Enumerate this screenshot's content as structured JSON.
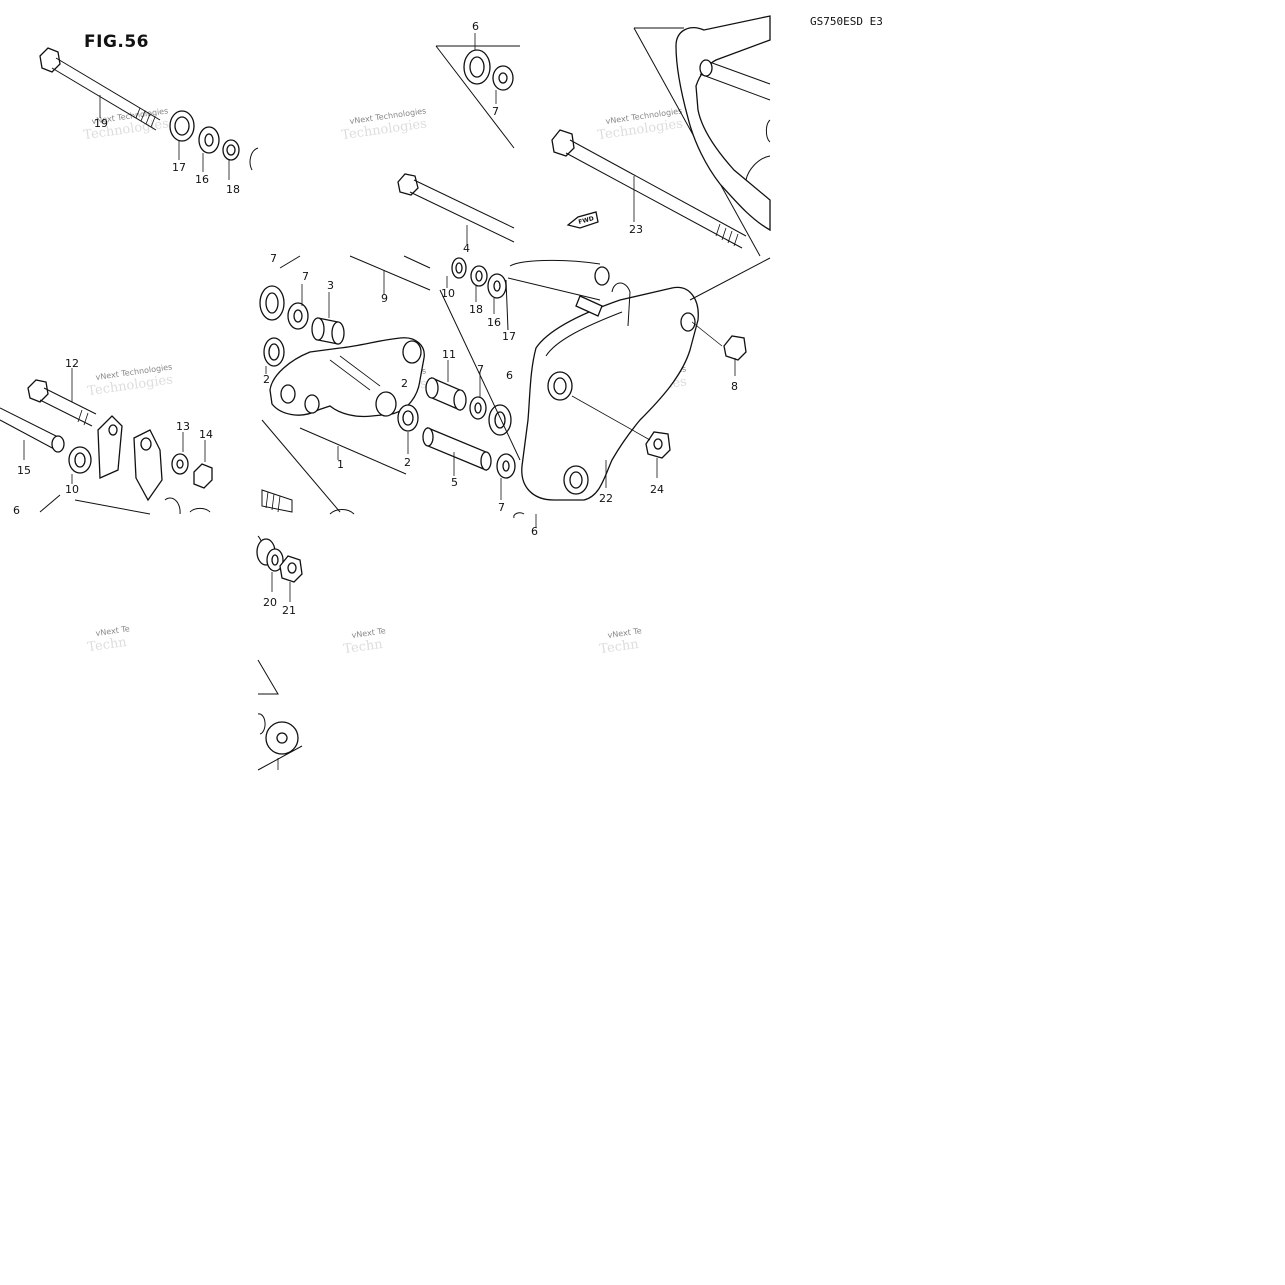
{
  "figure": {
    "title": "FIG.56",
    "model_code": "GS750ESD  E3",
    "fwd_marker": "FWD"
  },
  "callouts": [
    "1",
    "2",
    "2",
    "2",
    "3",
    "4",
    "5",
    "6",
    "6",
    "6",
    "6",
    "7",
    "7",
    "7",
    "7",
    "7",
    "8",
    "9",
    "10",
    "10",
    "11",
    "12",
    "13",
    "14",
    "15",
    "16",
    "16",
    "17",
    "17",
    "18",
    "18",
    "19",
    "20",
    "21",
    "22",
    "23",
    "24"
  ],
  "watermark": {
    "line1": "vNext Technologies",
    "line2": "Technologies",
    "line1_short": "vNext Te",
    "line2_short": "Techn"
  }
}
